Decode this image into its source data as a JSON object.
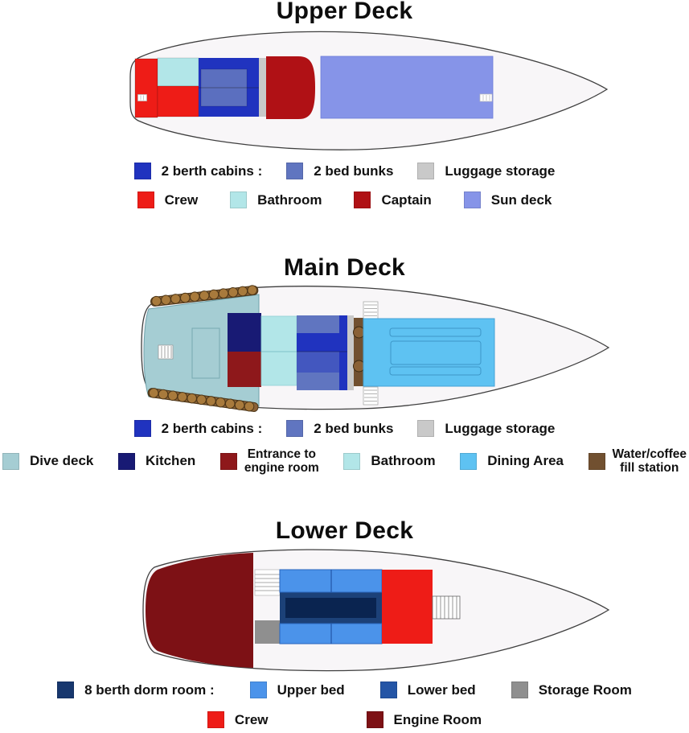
{
  "colors": {
    "berth_cabin": "#2033bf",
    "bed_bunk": "#6075c0",
    "luggage": "#c9c9c9",
    "crew": "#ee1c17",
    "bathroom": "#b2e6e8",
    "captain": "#b01115",
    "sun_deck": "#8694e8",
    "dive_deck": "#a5cdd3",
    "kitchen": "#181a74",
    "engine_entrance": "#8e181b",
    "dining": "#5ec2f2",
    "water_station": "#715030",
    "tank": "#a87a3c",
    "dorm_room": "#17376e",
    "dorm_center": "#0a2450",
    "dorm_band": "#1c4178",
    "upper_bed": "#4b93ea",
    "lower_bed": "#2455a6",
    "storage": "#8f8f8f",
    "engine_room": "#7d1115",
    "hull_fill": "#f8f6f8",
    "hull_stroke": "#3f3f3f"
  },
  "decks": {
    "upper": {
      "title": "Upper Deck",
      "legend": [
        {
          "items": [
            {
              "color": "berth_cabin",
              "label": "2 berth cabins :"
            },
            {
              "color": "bed_bunk",
              "label": "2 bed bunks"
            },
            {
              "color": "luggage",
              "label": "Luggage storage"
            }
          ]
        },
        {
          "items": [
            {
              "color": "crew",
              "label": "Crew"
            },
            {
              "color": "bathroom",
              "label": "Bathroom"
            },
            {
              "color": "captain",
              "label": "Captain"
            },
            {
              "color": "sun_deck",
              "label": "Sun deck"
            }
          ]
        }
      ]
    },
    "main": {
      "title": "Main Deck",
      "legend": [
        {
          "items": [
            {
              "color": "berth_cabin",
              "label": "2 berth cabins :"
            },
            {
              "color": "bed_bunk",
              "label": "2 bed bunks"
            },
            {
              "color": "luggage",
              "label": "Luggage storage"
            }
          ]
        },
        {
          "items": [
            {
              "color": "dive_deck",
              "label": "Dive deck"
            },
            {
              "color": "kitchen",
              "label": "Kitchen"
            },
            {
              "color": "engine_entrance",
              "label": "Entrance to\nengine room"
            },
            {
              "color": "bathroom",
              "label": "Bathroom"
            },
            {
              "color": "dining",
              "label": "Dining Area"
            },
            {
              "color": "water_station",
              "label": "Water/coffee\nfill station"
            }
          ]
        }
      ]
    },
    "lower": {
      "title": "Lower Deck",
      "legend": [
        {
          "items": [
            {
              "color": "dorm_room",
              "label": "8 berth dorm room :"
            },
            {
              "color": "upper_bed",
              "label": "Upper bed"
            },
            {
              "color": "lower_bed",
              "label": "Lower bed"
            },
            {
              "color": "storage",
              "label": "Storage Room"
            }
          ]
        },
        {
          "items": [
            {
              "color": "crew",
              "label": "Crew"
            },
            {
              "color": "engine_room",
              "label": "Engine Room"
            }
          ]
        }
      ]
    }
  }
}
